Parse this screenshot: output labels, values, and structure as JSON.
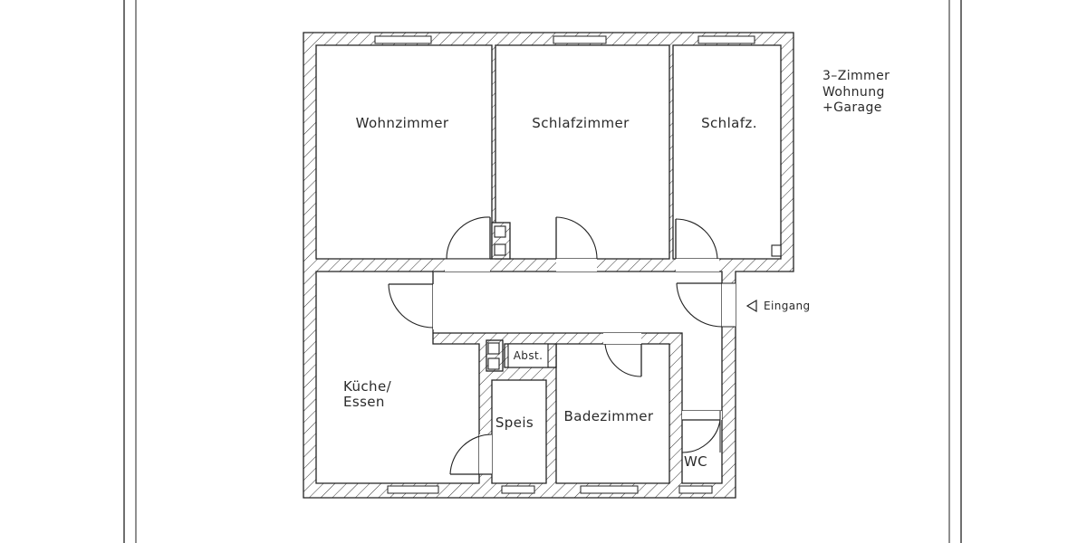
{
  "plan": {
    "title_lines": [
      "3–Zimmer",
      "Wohnung",
      "+Garage"
    ],
    "entrance_label": "Eingang",
    "rooms": {
      "wohnzimmer": "Wohnzimmer",
      "schlafzimmer": "Schlafzimmer",
      "schlafz": "Schlafz.",
      "kueche_line1": "Küche/",
      "kueche_line2": "Essen",
      "abst": "Abst.",
      "speis": "Speis",
      "badezimmer": "Badezimmer",
      "wc": "WC"
    }
  },
  "colors": {
    "line": "#222222",
    "background": "#ffffff"
  }
}
